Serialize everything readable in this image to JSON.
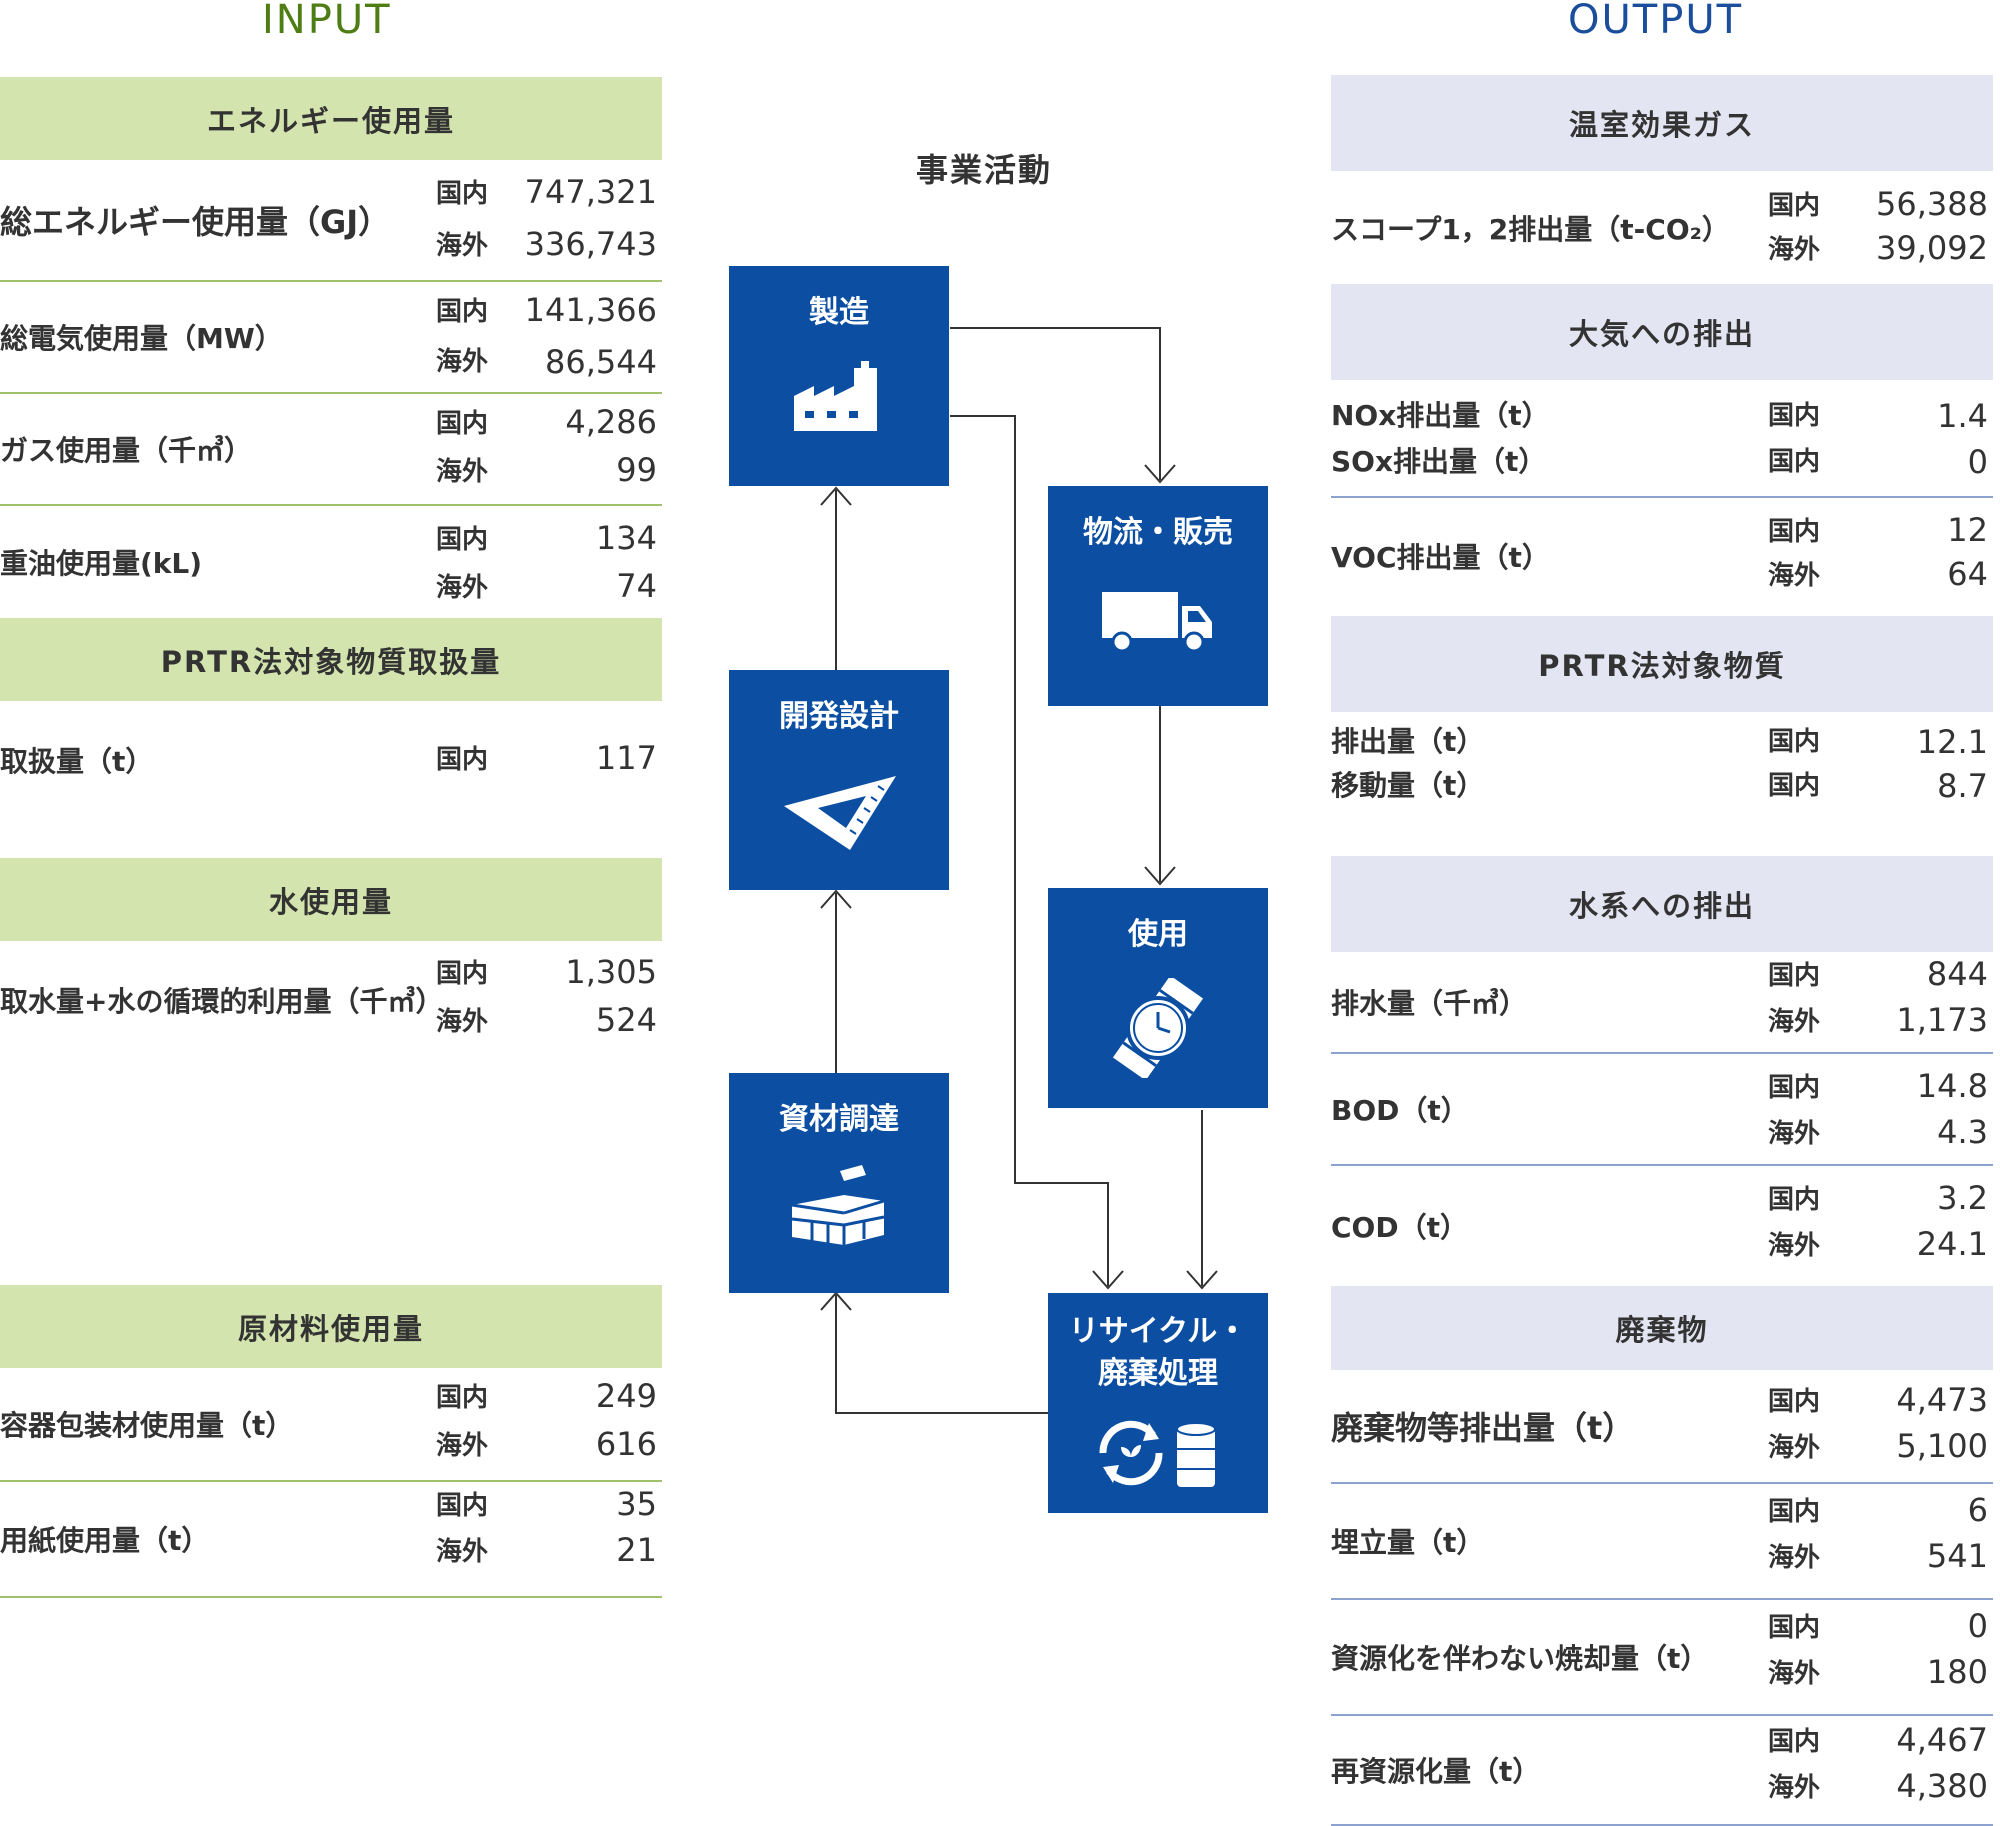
{
  "headers": {
    "input": "INPUT",
    "output": "OUTPUT",
    "process": "事業活動"
  },
  "input": {
    "energy": {
      "title": "エネルギー使用量",
      "total": {
        "label": "総エネルギー使用量（GJ）",
        "domestic_label": "国内",
        "domestic": "747,321",
        "overseas_label": "海外",
        "overseas": "336,743"
      },
      "electricity": {
        "label": "総電気使用量（MW）",
        "domestic_label": "国内",
        "domestic": "141,366",
        "overseas_label": "海外",
        "overseas": "86,544"
      },
      "gas": {
        "label": "ガス使用量（千㎥）",
        "domestic_label": "国内",
        "domestic": "4,286",
        "overseas_label": "海外",
        "overseas": "99"
      },
      "heavy_oil": {
        "label": "重油使用量(kL)",
        "domestic_label": "国内",
        "domestic": "134",
        "overseas_label": "海外",
        "overseas": "74"
      }
    },
    "prtr": {
      "title": "PRTR法対象物質取扱量",
      "handled": {
        "label": "取扱量（t）",
        "domestic_label": "国内",
        "domestic": "117"
      }
    },
    "water": {
      "title": "水使用量",
      "intake": {
        "label": "取水量+水の循環的利用量（千㎥）",
        "domestic_label": "国内",
        "domestic": "1,305",
        "overseas_label": "海外",
        "overseas": "524"
      }
    },
    "materials": {
      "title": "原材料使用量",
      "packaging": {
        "label": "容器包装材使用量（t）",
        "domestic_label": "国内",
        "domestic": "249",
        "overseas_label": "海外",
        "overseas": "616"
      },
      "paper": {
        "label": "用紙使用量（t）",
        "domestic_label": "国内",
        "domestic": "35",
        "overseas_label": "海外",
        "overseas": "21"
      }
    }
  },
  "process": {
    "manufacturing": "製造",
    "logistics": "物流・販売",
    "design": "開発設計",
    "use": "使用",
    "procurement": "資材調達",
    "recycle_line1": "リサイクル・",
    "recycle_line2": "廃棄処理"
  },
  "output": {
    "ghg": {
      "title": "温室効果ガス",
      "scope": {
        "label": "スコープ1，2排出量（t-CO₂）",
        "domestic_label": "国内",
        "domestic": "56,388",
        "overseas_label": "海外",
        "overseas": "39,092"
      }
    },
    "air": {
      "title": "大気への排出",
      "nox": {
        "label": "NOx排出量（t）",
        "domestic_label": "国内",
        "domestic": "1.4"
      },
      "sox": {
        "label": "SOx排出量（t）",
        "domestic_label": "国内",
        "domestic": "0"
      },
      "voc": {
        "label": "VOC排出量（t）",
        "domestic_label": "国内",
        "domestic": "12",
        "overseas_label": "海外",
        "overseas": "64"
      }
    },
    "prtr": {
      "title": "PRTR法対象物質",
      "emission": {
        "label": "排出量（t）",
        "domestic_label": "国内",
        "domestic": "12.1"
      },
      "transfer": {
        "label": "移動量（t）",
        "domestic_label": "国内",
        "domestic": "8.7"
      }
    },
    "water": {
      "title": "水系への排出",
      "drainage": {
        "label": "排水量（千㎥）",
        "domestic_label": "国内",
        "domestic": "844",
        "overseas_label": "海外",
        "overseas": "1,173"
      },
      "bod": {
        "label": "BOD（t）",
        "domestic_label": "国内",
        "domestic": "14.8",
        "overseas_label": "海外",
        "overseas": "4.3"
      },
      "cod": {
        "label": "COD（t）",
        "domestic_label": "国内",
        "domestic": "3.2",
        "overseas_label": "海外",
        "overseas": "24.1"
      }
    },
    "waste": {
      "title": "廃棄物",
      "total": {
        "label": "廃棄物等排出量（t）",
        "domestic_label": "国内",
        "domestic": "4,473",
        "overseas_label": "海外",
        "overseas": "5,100"
      },
      "landfill": {
        "label": "埋立量（t）",
        "domestic_label": "国内",
        "domestic": "6",
        "overseas_label": "海外",
        "overseas": "541"
      },
      "incineration": {
        "label": "資源化を伴わない焼却量（t）",
        "domestic_label": "国内",
        "domestic": "0",
        "overseas_label": "海外",
        "overseas": "180"
      },
      "recycled": {
        "label": "再資源化量（t）",
        "domestic_label": "国内",
        "domestic": "4,467",
        "overseas_label": "海外",
        "overseas": "4,380"
      }
    }
  },
  "colors": {
    "input_band": "#d3e4ae",
    "output_band": "#e3e6f2",
    "process_box": "#0b4ea2",
    "input_header": "#4e7d14",
    "output_header": "#1a4e9c"
  }
}
